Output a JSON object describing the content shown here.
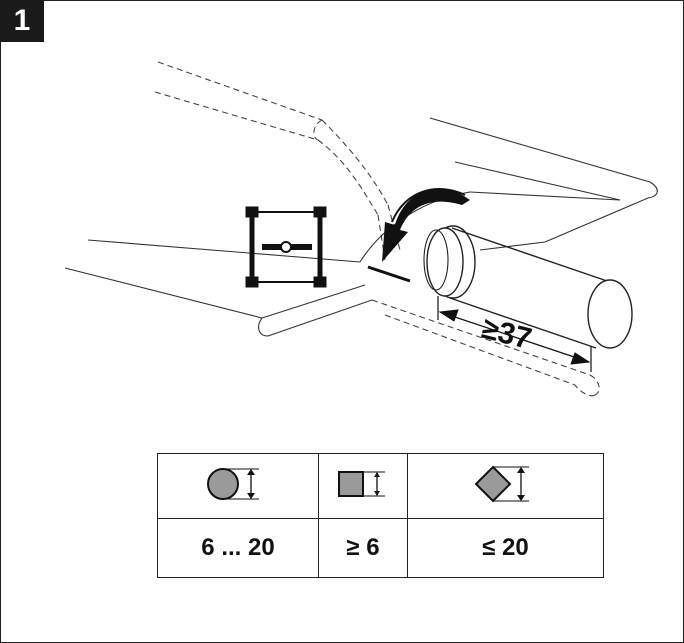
{
  "step": {
    "number": "1"
  },
  "illustration": {
    "min_length_label": "≥37"
  },
  "size_table": {
    "columns": [
      {
        "shape": "round-profile-icon",
        "value": "6 ... 20"
      },
      {
        "shape": "square-profile-icon",
        "value": "≥ 6"
      },
      {
        "shape": "diamond-profile-icon",
        "value": "≤ 20"
      }
    ]
  },
  "colors": {
    "line": "#222222",
    "fill_gray": "#9a9a9a",
    "badge": "#1a1a1a"
  }
}
